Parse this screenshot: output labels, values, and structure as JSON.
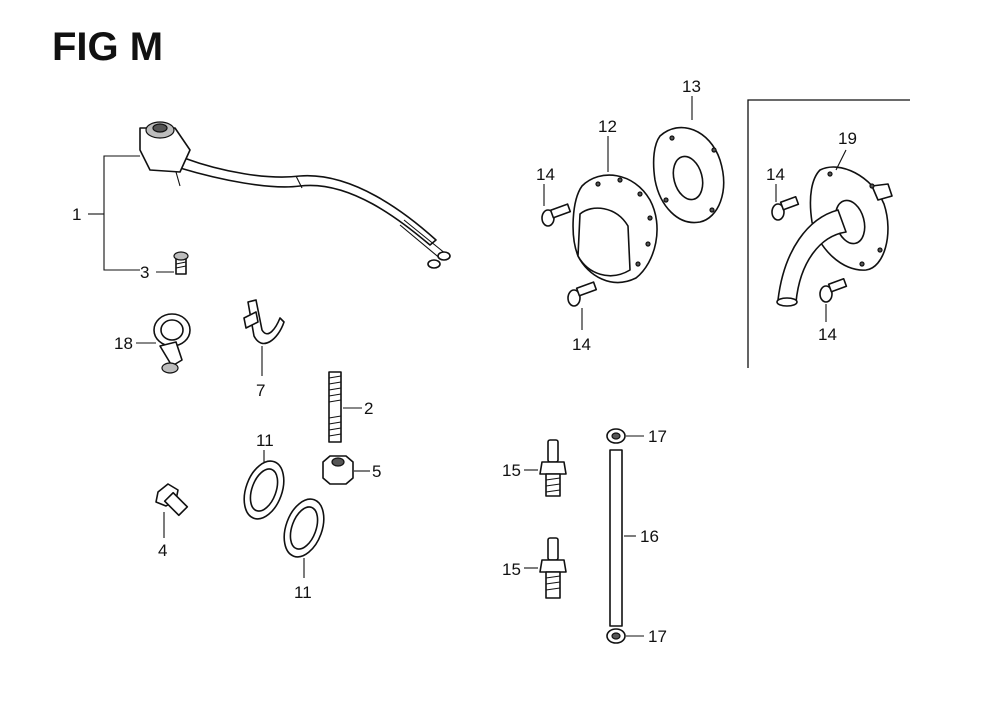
{
  "title": "FIG M",
  "labels": {
    "l1": "1",
    "l2": "2",
    "l3": "3",
    "l4": "4",
    "l5": "5",
    "l7": "7",
    "l11a": "11",
    "l11b": "11",
    "l12": "12",
    "l13": "13",
    "l14a": "14",
    "l14b": "14",
    "l14c": "14",
    "l14d": "14",
    "l15a": "15",
    "l15b": "15",
    "l16": "16",
    "l17a": "17",
    "l17b": "17",
    "l18": "18",
    "l19": "19"
  }
}
